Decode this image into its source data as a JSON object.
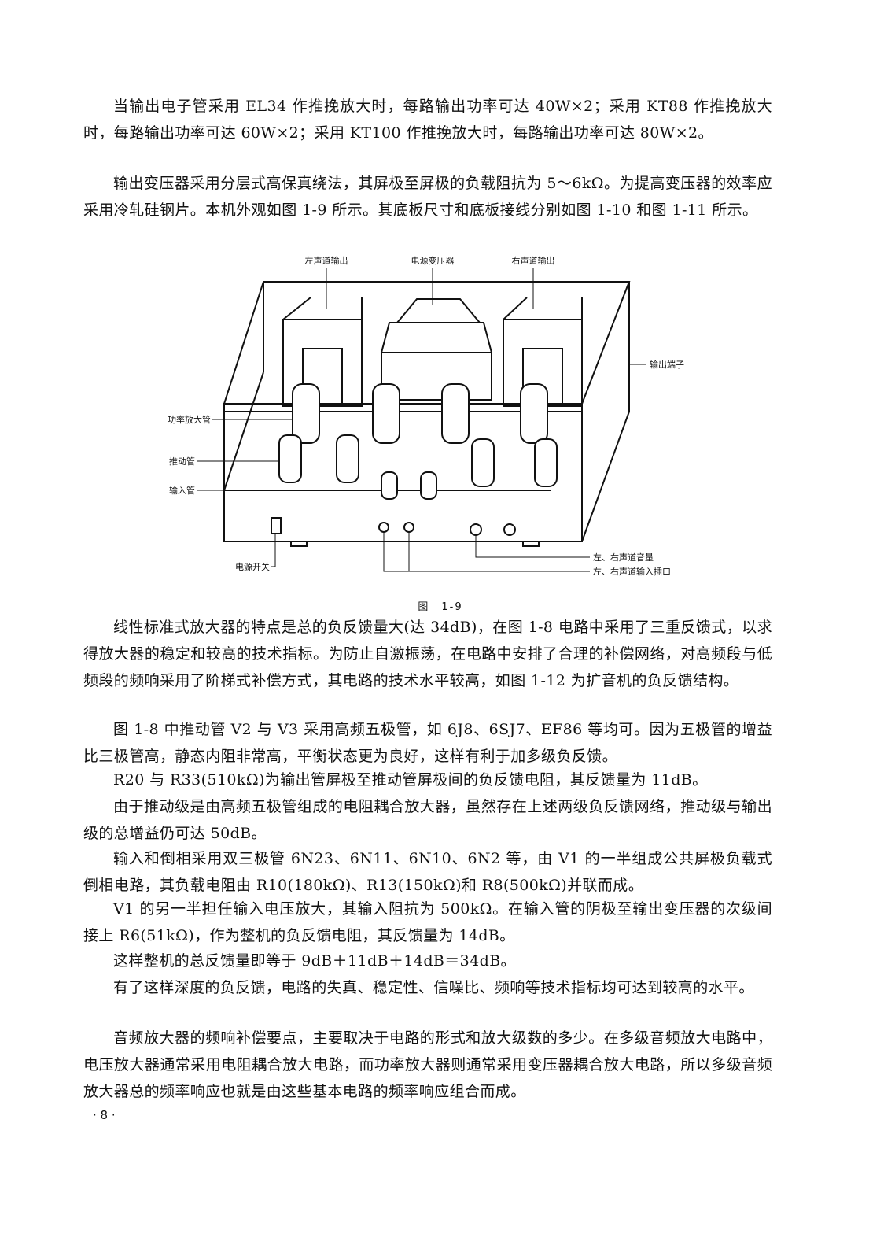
{
  "paragraphs": {
    "p1": "当输出电子管采用 EL34 作推挽放大时，每路输出功率可达 40W×2；采用 KT88 作推挽放大时，每路输出功率可达 60W×2；采用 KT100 作推挽放大时，每路输出功率可达 80W×2。",
    "p2": "输出变压器采用分层式高保真绕法，其屏极至屏极的负载阻抗为 5～6kΩ。为提高变压器的效率应采用冷轧硅钢片。本机外观如图 1-9 所示。其底板尺寸和底板接线分别如图 1-10 和图 1-11 所示。",
    "p3": "线性标准式放大器的特点是总的负反馈量大(达 34dB)，在图 1-8 电路中采用了三重反馈式，以求得放大器的稳定和较高的技术指标。为防止自激振荡，在电路中安排了合理的补偿网络，对高频段与低频段的频响采用了阶梯式补偿方式，其电路的技术水平较高，如图 1-12 为扩音机的负反馈结构。",
    "p4": "图 1-8 中推动管 V2 与 V3 采用高频五极管，如 6J8、6SJ7、EF86 等均可。因为五极管的增益比三极管高，静态内阻非常高，平衡状态更为良好，这样有利于加多级负反馈。",
    "p5": "R20 与 R33(510kΩ)为输出管屏极至推动管屏极间的负反馈电阻，其反馈量为 11dB。",
    "p6": "由于推动级是由高频五极管组成的电阻耦合放大器，虽然存在上述两级负反馈网络，推动级与输出级的总增益仍可达 50dB。",
    "p7": "输入和倒相采用双三极管 6N23、6N11、6N10、6N2 等，由 V1 的一半组成公共屏极负载式倒相电路，其负载电阻由 R10(180kΩ)、R13(150kΩ)和 R8(500kΩ)并联而成。",
    "p8": "V1 的另一半担任输入电压放大，其输入阻抗为 500kΩ。在输入管的阴极至输出变压器的次级间接上 R6(51kΩ)，作为整机的负反馈电阻，其反馈量为 14dB。",
    "p9": "这样整机的总反馈量即等于 9dB＋11dB＋14dB＝34dB。",
    "p10": "有了这样深度的负反馈，电路的失真、稳定性、信噪比、频响等技术指标均可达到较高的水平。",
    "p11": "音频放大器的频响补偿要点，主要取决于电路的形式和放大级数的多少。在多级音频放大电路中，电压放大器通常采用电阻耦合放大电路，而功率放大器则通常采用变压器耦合放大电路，所以多级音频放大器总的频率响应也就是由这些基本电路的频率响应组合而成。"
  },
  "figure": {
    "labels": {
      "left_output": "左声道输出",
      "power_transformer": "电源变压器",
      "right_output": "右声道输出",
      "output_terminal": "输出端子",
      "power_tube": "功率放大管",
      "driver_tube": "推动管",
      "input_tube": "输入管",
      "power_switch": "电源开关",
      "volume": "左、右声道音量",
      "input_jack": "左、右声道输入插口"
    },
    "caption": "图　1-9"
  },
  "page_number": "· 8 ·"
}
